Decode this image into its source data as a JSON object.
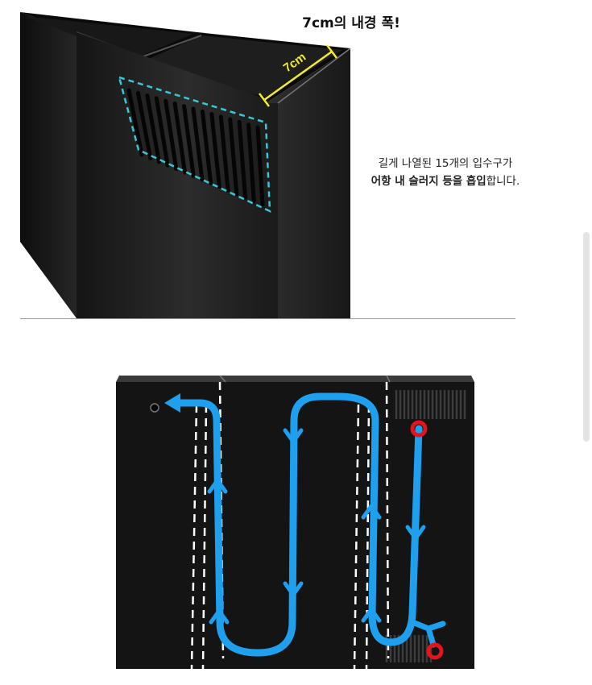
{
  "photo": {
    "headline": "7cm의 내경 폭!",
    "dimension_label": "7cm",
    "slot_count": 15
  },
  "description": {
    "line1": "길게 나열된 15개의 입수구가",
    "line2_bold": "어항 내 슬러지 등을 흡입",
    "line2_rest": "합니다."
  },
  "colors": {
    "flow": "#1fa0ee",
    "marker": "#e5131b",
    "highlight_dash": "#3ac6d6",
    "measure": "#f2ec2a",
    "panel": "#141414"
  },
  "icons": [
    "flow-arrow-icon",
    "outlet-hole-icon",
    "inlet-marker-icon"
  ]
}
